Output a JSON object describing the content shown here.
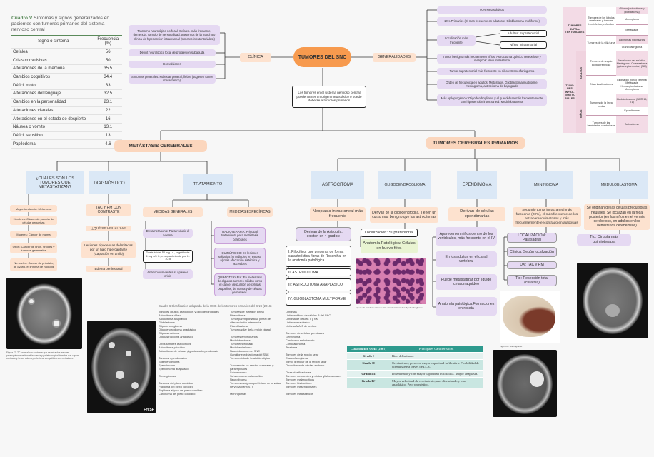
{
  "table_left": {
    "title_bold": "Cuadro V",
    "title": "Síntomas y signos generalizados en pacientes con tumores primarios del sistema nervioso central",
    "headers": [
      "Signo o síntoma",
      "Frecuencia (%)"
    ],
    "rows": [
      [
        "Cefalea",
        "56"
      ],
      [
        "Crisis convulsivas",
        "50"
      ],
      [
        "Alteraciones de la memoria",
        "35.5"
      ],
      [
        "Cambios cognitivos",
        "34.4"
      ],
      [
        "Déficit motor",
        "33"
      ],
      [
        "Alteraciones del lenguaje",
        "32.5"
      ],
      [
        "Cambios en la personalidad",
        "23.1"
      ],
      [
        "Alteraciones visuales",
        "22"
      ],
      [
        "Alteraciones en el estado de despierto",
        "16"
      ],
      [
        "Náusea o vómito",
        "13.1"
      ],
      [
        "Déficit sensitivo",
        "13"
      ],
      [
        "Papiledema",
        "4.6"
      ]
    ]
  },
  "center": {
    "title": "TUMORES DEL SNC",
    "clinica": "CLÍNICA",
    "generalidades": "GENERALIDADES",
    "origin_text": "Los tumores en el sistema nervioso central pueden tener un origen metastásico o puede deberse a tumores primarios"
  },
  "clinica_items": [
    "Trastorno neurológico no focal: Cefalea (más frecuente, demencia, cambio de personalidad, trastornos de la marcha o clínica de hipertensión intracraneal (tumores infratentoriales))",
    "Déficit neurológico focal de progresión subaguda",
    "Convulsiones",
    "Síntomas generales: Malestar general, fiebre (sugieren tumor metastásico)"
  ],
  "generalidades_items": [
    "90% Metastásicos",
    "10% Primarios (El mas frecuente en adultos el Glioblastoma multiforme)",
    "Localización más frecuente",
    "Tumor benigno más frecuente en niños: Astrocitoma quístico cerebeloso y malignos: Meduloblastoma",
    "Tumor supratentorial más frecuente en niños: Craneofaringioma",
    "Orden de frecuencia en adultos: Metástasis, Glioblastoma multiforme, meningioma, astrocitoma de bajo grado",
    "Más epileptogénico: Oligodendroglioma y el que debuta más frecuentemente con hipertensión intracraneal: Meduloblastoma"
  ],
  "localizacion": {
    "adultos": "Adultos: Supratentorial",
    "ninos": "Niños: Infratentorial"
  },
  "table_right": {
    "supra_label": "TUMORES SUPRA-TENTORIALES",
    "infra_label": "TUMO RES INFRA-TENTO-RIALES",
    "adultos": "ADULTOS",
    "ninos": "NIÑOS",
    "rows": [
      [
        "Tumores de los lóbulos cerebrales y tumores hemisferios profundos",
        "Glioma (astrocitoma y glioblastoma)"
      ],
      [
        "",
        "Meningioma"
      ],
      [
        "",
        "Metástasis"
      ],
      [
        "Tumores de la silla turca",
        "Adenomas hipofisarios"
      ],
      [
        "",
        "Craneofaringioma"
      ],
      [
        "Tumores de ángulo pontocerebeloso",
        "Neurinoma del acústico Meningioma Colesteatoma (quiste epidermoide) (NM)"
      ],
      [
        "Otras localizaciones",
        "Glioma del tronco cerebral Metástasis Hemangioblastoma Meningioma"
      ],
      [
        "Tumores de la línea media",
        "Meduloblastoma (NMR 15, T1)"
      ],
      [
        "",
        "Ependimoma"
      ],
      [
        "Tumores de los hemisferios cerebelosos",
        "Astrocitoma"
      ]
    ]
  },
  "metastasis": {
    "title": "METÁSTASIS CEREBRALES",
    "q_title": "¿CUALES SON LOS TUMORES QUE METASTATIZAN?",
    "q_items": [
      "Mayor tendencia: Melanoma",
      "Hombres: Cáncer de pulmón de células pequeñas",
      "Mujeres: Cáncer de mama",
      "Otros: Cáncer de riñón, tiroides y tumores germinales",
      "No suelen: Cáncer de próstata, de ovario, el linfoma de hodking"
    ],
    "diag_title": "DIAGNÓSTICO",
    "diag_items": [
      "TAC Y RM CON CONTRASTE",
      "¿QUÉ SE VISUALIZA?",
      "Lesiones hipodensas delimitadas por un halo hipercaptante (Captación en anillo)",
      "Edema perilesional"
    ],
    "trat_title": "TRATAMIENTO",
    "medidas_generales": "MEDIDAS GENERALES",
    "medidas_especificas": "MEDIDAS ESPECÍFICAS",
    "mg_items": [
      "Dexametasona: Para reducir el edema",
      "Dosis inicial 10 mg i.v., seguido de 4 mg c/6 h., a requerimiento por 2-10 d",
      "Anticonvulsivantes si aparece crisis"
    ],
    "me_items": [
      "RADIOTERAPIA: Principal tratamiento para metástasis cerebrales",
      "QUIRÚRGICO: En lesiones solitarias (O múltiples en escaso n) más afectación sistémica y accesibles",
      "QUIMIOTERAPIA: En metástasis de algunos tumores sólidos como el cáncer de pulmón de células pequeñas, de mama y de células germinales."
    ],
    "scan_caption": "Figura 77. TC craneal con contraste que muestra dos lesiones parenquimatosas frontal izquierda y parietooccipital derecha que captan contraste y tienen edema perilesional compatibles con metástasis."
  },
  "primarios": {
    "title": "TUMORES CEREBRALES PRIMARIOS",
    "types": [
      "ASTROCITOMA",
      "OLIGODENDROGLIOMA",
      "EPENDIMOMA",
      "MENINGIOMA",
      "MEDULOBLASTOMA"
    ],
    "astro": {
      "neoplasia": "Neoplasia intracraneal más frecuente",
      "derivan": "Derivan de la Astroglía, existen en 4 grados:",
      "g1": "I: Pilocítico, que presenta de forma característica fibras de Rosenthal en la anatomía patológica.",
      "g2": "II: ASTROCITOMA",
      "g3": "III: ASTROCITOMA ANAPLÁSICO",
      "g4": "IV: GLIOBLASTOMA MULTIFORME"
    },
    "oligo": {
      "derivan": "Derivan de la oligodendroglía. Tienen un curso más benigno que los astrocitomas",
      "loc": "Localización: Supratentorial",
      "ap": "Anatomía Patológica: Células en huevo frito.",
      "caption": "Figura 79. Células en huevo frito características del oligodendroglioma."
    },
    "epend": {
      "derivan": "Derivan de células ependimarias",
      "items": [
        "Aparecen en niños dentro de los ventrículos, más frecuente en el IV",
        "En los adultos en el canal vertebral",
        "Puede metastatizar por líquido cefalorraquídeo",
        "Anatomía patológica:Formaciones en roseta"
      ]
    },
    "meningi": {
      "segundo": "Segundo tumor intracraneal más frecuente (20%), el más frecuente de los extraparenquimatosos y más frecuentemente encontrado en autopsias",
      "items": [
        "LOCALIZACIÓN: Parasagital",
        "Clínica: Según localización",
        "DX: TAC y RM",
        "Tto: Resección total (curativa)"
      ],
      "caption": "Figura 82. Meningioma."
    },
    "medulo": {
      "desc": "Se originan de las células precursoras neurales. Se localizan en la fosa posterior (en los niños en el vermis cerebeloso, en adultos en los hemisferios cerebelosos)",
      "tto": "Tto: Cirugía más quimioterapia"
    }
  },
  "oms": {
    "title": "Cuadro 6 Clasificación adaptada de la OMS de los tumores primarios del SNC (2016)",
    "col1": "Tumores difusos astrocíticos y oligodendrogliales\n  Astrocitoma difuso\n  Astrocitoma anaplásico\n  Glioblastoma\n  Oligodendroglioma\n  Oligodendroglioma anaplásico\n  Oligoastrocitoma\n  Oligoastrocitoma anaplásico\n\nOtros tumores astrocíticos\n  Astrocitoma pilocítico\n  Astrocitoma de células gigantes subependimario\n\nTumores ependimarios\n  Subependimoma\n  Ependimoma\n  Ependimoma anaplásico\n\nOtros gliomas\n\nTumores del plexo coroideo\n  Papiloma del plexo coroideo\n  Papiloma atípico del plexo coroideo\n  Carcinoma del plexo coroideo",
    "col2": "Tumores de la región pineal\n  Pineocitoma\n  Tumor parenquimatoso pineal de diferenciación intermedia\n  Pineoblastoma\n  Tumor papilar de la región pineal\n\nTumores embrionarios\n  Meduloblastoma\n  Tumor embrionario\n  Meduloepitelioma\n  Neuroblastoma del SNC\n  Ganglioneuroblastoma del SNC\n  Tumor rabdoide teratoide atípico\n\nTumores de los nervios craneales y paraespinales\n  Schwannoma\n  Schwannoma melanocítico\n  Neurofibroma\n  Tumores malignos periféricos de la vaina nerviosa (MPNST)\n\nMeningiomas",
    "col3": "Linfomas\n  Linfoma difuso de células B del SNC\n  Linfoma de células T y NK\n  Linfoma anaplásico\n  Linfoma MALT de la dura\n\nTumores de células germinales\n  Germinoma\n  Carcinoma embrionario\n  Coriocarcinoma\n  Teratoma\n\nTumores de la región selar\n  Craneofaringioma\n  Tumor granular de la región selar\n  Oncocitoma de células en huso\n\nOtras clasificaciones\n  Tumores neuronales y mixtos glialneuronales\n  Tumores melanocíticos\n  Tumores histiocíticos\n  Tumores mesenquimales\n\nTumores metastásicos"
  },
  "grades": {
    "headers": [
      "Clasificación OMS (2007)",
      "Principales Características"
    ],
    "rows": [
      [
        "Grado I",
        "Bien delimitado."
      ],
      [
        "Grado II",
        "Crecimiento, pero con mayor capacidad infiltrativa. Posibilidad de diseminarse a través de LCR."
      ],
      [
        "Grado III",
        "Diseminado y con mayor capacidad infiltrativa. Mayor anaplasia."
      ],
      [
        "Grado IV",
        "Mayor velocidad de crecimiento, mas diseminado y mas anaplásico. Peor pronóstico."
      ]
    ]
  },
  "scan_label": "FH SP"
}
